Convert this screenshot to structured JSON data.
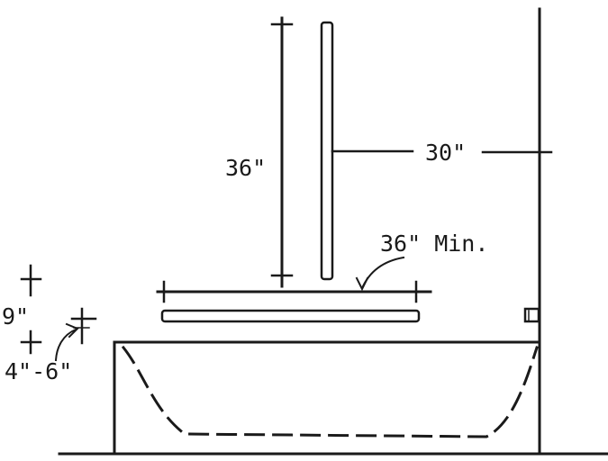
{
  "labels": {
    "vertical_bar_height": "36\"",
    "bar_offset_from_wall": "30\"",
    "horizontal_bar_length": "36\" Min.",
    "height_above_tub_rim": "9\"",
    "control_offset": "4\"-6\""
  },
  "colors": {
    "ink": "#1a1a1a",
    "paper": "#ffffff"
  }
}
